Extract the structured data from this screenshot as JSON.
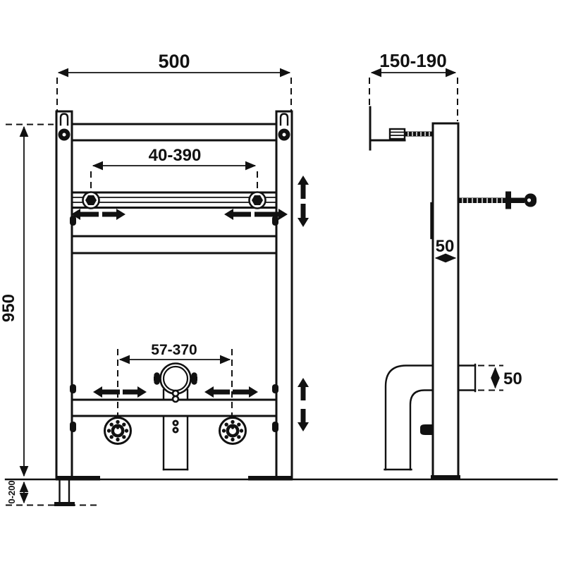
{
  "front_view": {
    "width_mm": "500",
    "bracket_spacing_mm": "40-390",
    "pipe_spacing_mm": "57-370",
    "height_mm": "950",
    "foot_adjust_mm": "0-200"
  },
  "side_view": {
    "depth_mm": "150-190",
    "profile_depth_mm": "50",
    "outlet_size_mm": "50"
  },
  "colors": {
    "line": "#111111",
    "background": "#ffffff"
  }
}
